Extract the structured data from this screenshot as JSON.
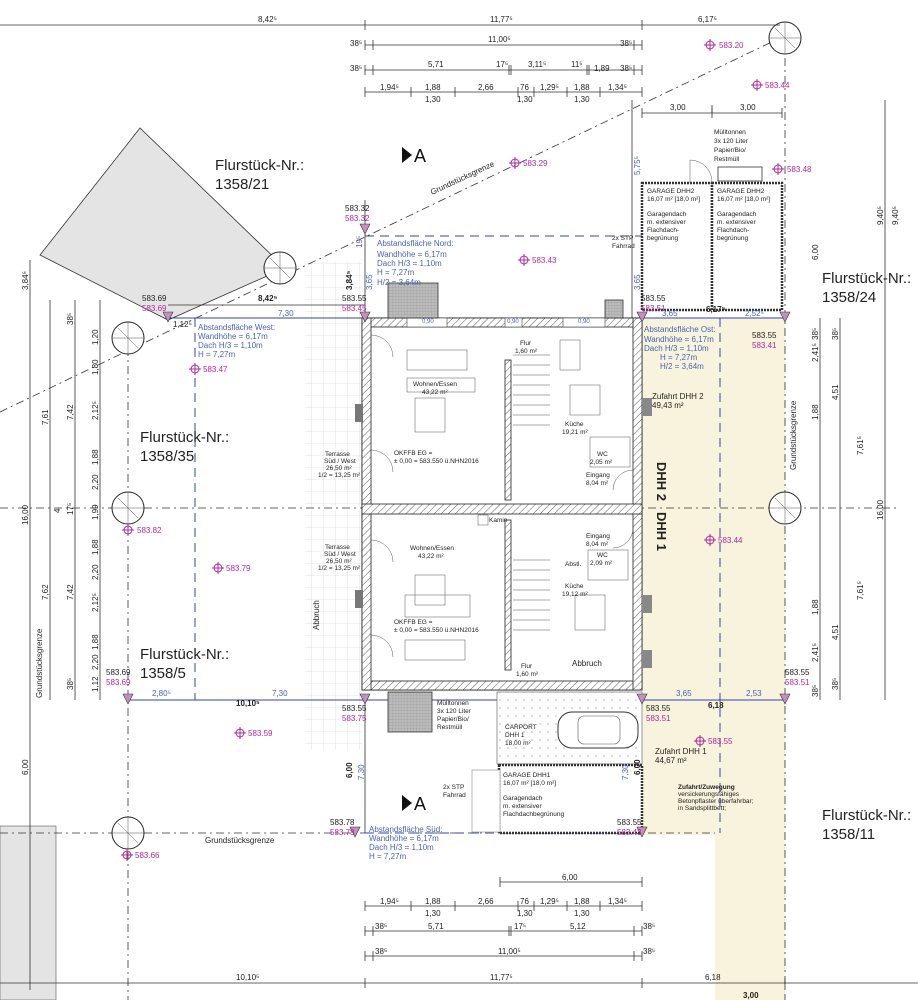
{
  "colors": {
    "elevation": "#b2279c",
    "setback": "#4a63b8",
    "driveway": "#f8f3dc",
    "parcel_gray": "#e4e4e4"
  },
  "parcels": [
    {
      "label": "Flurstück-Nr.:",
      "number": "1358/21"
    },
    {
      "label": "Flurstück-Nr.:",
      "number": "1358/24"
    },
    {
      "label": "Flurstück-Nr.:",
      "number": "1358/35"
    },
    {
      "label": "Flurstück-Nr.:",
      "number": "1358/5"
    },
    {
      "label": "Flurstück-Nr.:",
      "number": "1358/11"
    }
  ],
  "boundary_label": "Grundstücksgrenze",
  "section_marker": "A",
  "elevations": [
    {
      "existing": "583.32",
      "planned": "583.32"
    },
    {
      "existing": "583.69",
      "planned": "583.69"
    },
    {
      "existing": "583.55",
      "planned": "583.45"
    },
    {
      "existing": "583.55",
      "planned": "583.51"
    },
    {
      "existing": "583.55",
      "planned": "583.41"
    },
    {
      "existing": "583.69",
      "planned": "583.69"
    },
    {
      "existing": "583.55",
      "planned": "583.75"
    },
    {
      "existing": "583.55",
      "planned": "583.51"
    },
    {
      "existing": "583.55",
      "planned": "583.51"
    },
    {
      "existing": "583.78",
      "planned": "583.78"
    },
    {
      "existing": "583.55",
      "planned": "583.43"
    }
  ],
  "spot_heights": [
    "583.20",
    "583.44",
    "583.29",
    "583.48",
    "583.43",
    "583.47",
    "583.82",
    "583.79",
    "583.44",
    "583.59",
    "583.55",
    "583.66"
  ],
  "dimensions_top": {
    "row1": [
      "8,42⁵",
      "11,77⁵",
      "6,17⁵"
    ],
    "row2": [
      "38⁵",
      "11,00⁵",
      "38⁵"
    ],
    "row3": [
      "38⁵",
      "5,71",
      "17⁵",
      "3,11⁵",
      "11⁵",
      "1,89",
      "38⁵"
    ],
    "row4": [
      "1,94⁵",
      "1,88",
      "1,30",
      "2,66",
      "76",
      "1,30",
      "1,29⁵",
      "1,88",
      "1,30",
      "1,34⁵"
    ],
    "garage": [
      "3,00",
      "3,00"
    ]
  },
  "dimensions_bottom": {
    "row0": [
      "6,00"
    ],
    "row1": [
      "1,94⁵",
      "1,88",
      "1,30",
      "2,66",
      "76",
      "1,30",
      "1,29⁵",
      "1,88",
      "1,30",
      "1,34⁵"
    ],
    "row2": [
      "38⁵",
      "5,71",
      "17⁵",
      "5,12",
      "38⁵"
    ],
    "row3": [
      "38⁵",
      "11,00⁵",
      "38⁵"
    ],
    "row4": [
      "10,10⁵",
      "11,77⁵",
      "6,18"
    ],
    "drive": "3,00"
  },
  "dimensions_site": {
    "north": [
      "8,42⁵",
      "1,12⁵",
      "7,30",
      "3,84⁵",
      "3,65",
      "19⁵",
      "5,75⁵",
      "3,65",
      "9,40⁵",
      "6,17⁵",
      "3,65",
      "2,52⁵"
    ],
    "south": [
      "2,80⁵",
      "10,10⁵",
      "7,30",
      "3,65",
      "6,18",
      "2,53",
      "6,00",
      "7,30",
      "6,00",
      "7,30"
    ],
    "left": [
      "3,84⁵",
      "38⁵",
      "1,20",
      "7,61",
      "7,42",
      "1,80",
      "2,12⁵",
      "1,88",
      "2,20",
      "16,00",
      "1,99",
      "17⁵",
      "4",
      "7,62",
      "7,42",
      "1,88",
      "2,20",
      "2,12⁵",
      "1,88",
      "2,20",
      "1,12",
      "38⁵",
      "6,00"
    ],
    "right": [
      "9,40⁵",
      "6,00",
      "38⁵",
      "2,41⁵",
      "38⁵",
      "4,51",
      "7,61⁵",
      "1,88",
      "16,00",
      "7,61⁵",
      "4,51",
      "1,88",
      "38⁵",
      "2,41⁵",
      "38⁵"
    ]
  },
  "setbacks": {
    "north": {
      "title": "Abstandsfläche Nord:",
      "wall": "Wandhöhe = 6,17m",
      "roof": "Dach H/3 = 1,10m",
      "h": "H = 7,27m",
      "half": "H/2 = 3,64m"
    },
    "west": {
      "title": "Abstandsfläche West:",
      "wall": "Wandhöhe = 6,17m",
      "roof": "Dach H/3 = 1,10m",
      "h": "H = 7,27m"
    },
    "east": {
      "title": "Abstandsfläche Ost:",
      "wall": "Wandhöhe = 6,17m",
      "roof": "Dach H/3 = 1,10m",
      "h": "H = 7,27m",
      "half": "H/2 = 3,64m"
    },
    "south": {
      "title": "Abstandsfläche Süd:",
      "wall": "Wandhöhe = 6,17m",
      "roof": "Dach H/3 = 1,10m",
      "h": "H = 7,27m"
    }
  },
  "rooms": {
    "dhh2": {
      "flur": "Flur",
      "flur_area": "1,60 m²",
      "wohnen": "Wohnen/Essen",
      "wohnen_area": "43,22 m²",
      "kueche": "Küche",
      "kueche_area": "19,21 m²",
      "wc": "WC",
      "wc_area": "2,05 m²",
      "eingang": "Eingang",
      "eingang_area": "8,04 m²"
    },
    "dhh1": {
      "flur": "Flur",
      "flur_area": "1,60 m²",
      "wohnen": "Wohnen/Essen",
      "wohnen_area": "43,22 m²",
      "kueche": "Küche",
      "kueche_area": "19,12 m²",
      "wc": "WC",
      "wc_area": "2,09 m²",
      "eingang": "Eingang",
      "eingang_area": "8,04 m²",
      "abstl": "Abstl."
    },
    "kamin": "Kamin",
    "abbruch": "Abbruch",
    "okffb": "OKFFB EG =",
    "okffb_value": "± 0,00 = 583.550 ü.NHN2016",
    "terrace": {
      "title": "Terrasse",
      "orient": "Süd / West",
      "area": "26,50 m²",
      "half": "1/2 = 13,25 m²"
    },
    "window_width": "0,90",
    "house_labels": [
      "DHH 2",
      "DHH 1"
    ]
  },
  "garages": {
    "dhh2": {
      "title": "GARAGE DHH2",
      "area": "16,07 m² [18,0 m²]",
      "roof1": "Garagendach",
      "roof2": "m. extensiver",
      "roof3": "Flachdach-",
      "roof4": "begrünung"
    },
    "dhh1": {
      "title": "GARAGE DHH1",
      "area": "16,07 m² [18,0 m²]",
      "roof1": "Garagendach",
      "roof2": "m. extensiver",
      "roof3": "Flachdachbegrünung"
    },
    "carport": {
      "title": "CARPORT",
      "sub": "DHH 1",
      "area": "18,00 m²"
    },
    "bins": {
      "l1": "Mülltonnen",
      "l2": "3x 120 Liter",
      "l3": "Papier/Bio/",
      "l4": "Restmüll"
    },
    "bike": {
      "l1": "2x STP",
      "l2": "Fahrrad"
    }
  },
  "driveways": {
    "dhh2": {
      "title": "Zufahrt DHH 2",
      "area": "49,43 m²"
    },
    "dhh1": {
      "title": "Zufahrt DHH 1",
      "area": "44,67 m²"
    },
    "note": {
      "title": "Zufahrt/Zuwegung",
      "l1": "versickerungsfähiges",
      "l2": "Betonpflaster überfahrbar;",
      "l3": "in Sandsplittbett;"
    }
  }
}
